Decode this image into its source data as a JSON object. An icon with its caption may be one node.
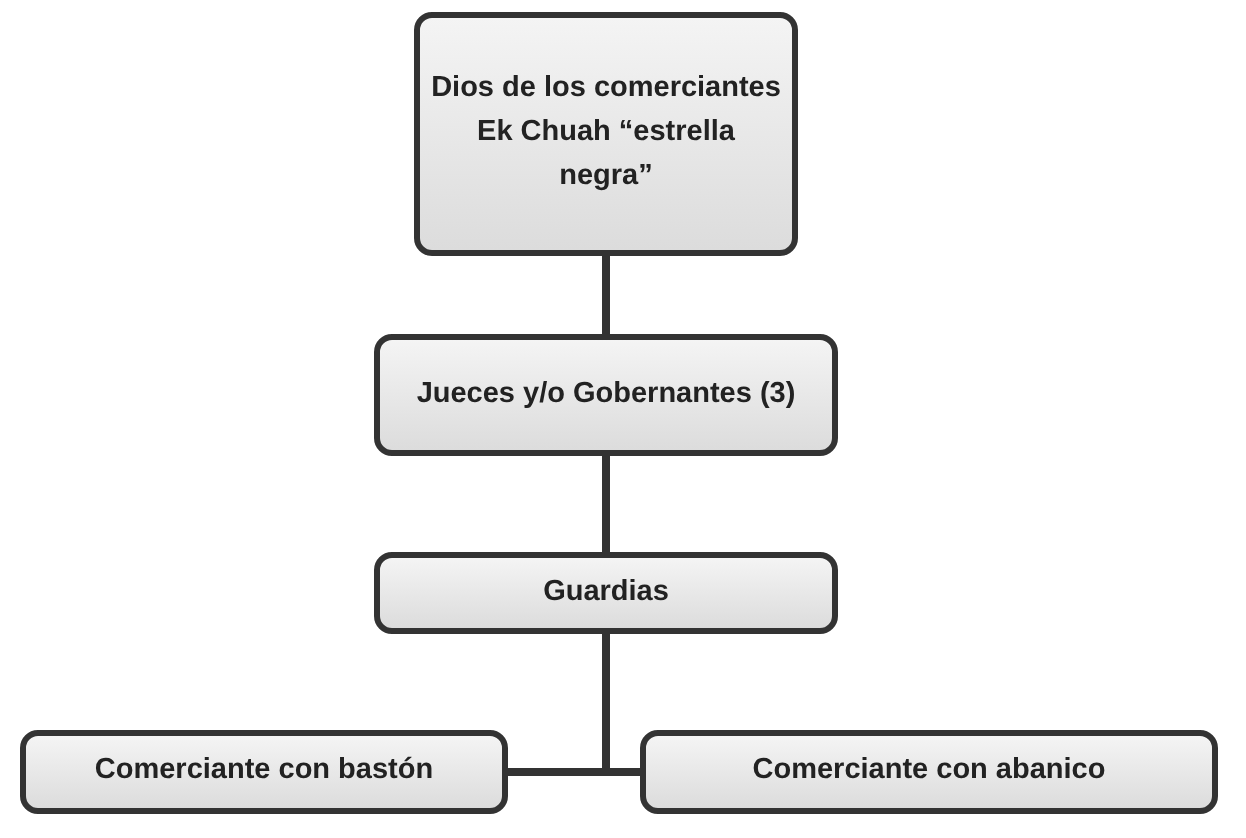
{
  "diagram": {
    "nodes": [
      {
        "text": [
          "Dios de los comerciantes Ek Chuah “estrella negra”"
        ]
      },
      {
        "text": [
          "Jueces y/o Gobernantes (3)"
        ]
      },
      {
        "text": [
          "Guardias"
        ]
      },
      {
        "text": [
          "Comerciante con bastón"
        ]
      },
      {
        "text": [
          "Comerciante con abanico"
        ]
      }
    ],
    "edges": [
      {
        "from": 0,
        "to": 1,
        "arrow": "none"
      },
      {
        "from": 1,
        "to": 2,
        "arrow": "none"
      },
      {
        "from": 2,
        "to": 3,
        "arrow": "none"
      },
      {
        "from": 2,
        "to": 4,
        "arrow": "none"
      }
    ]
  }
}
